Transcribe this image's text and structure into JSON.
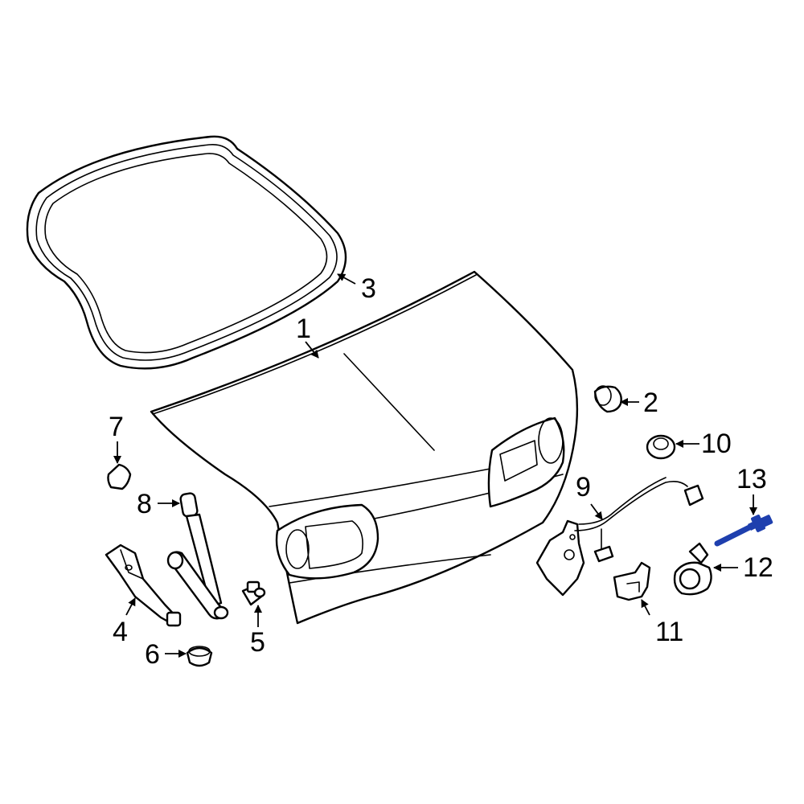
{
  "callouts": {
    "c1": "1",
    "c2": "2",
    "c3": "3",
    "c4": "4",
    "c5": "5",
    "c6": "6",
    "c7": "7",
    "c8": "8",
    "c9": "9",
    "c10": "10",
    "c11": "11",
    "c12": "12",
    "c13": "13"
  },
  "colors": {
    "line": "#000000",
    "background": "#ffffff",
    "highlight_part": "#1e3fae"
  }
}
